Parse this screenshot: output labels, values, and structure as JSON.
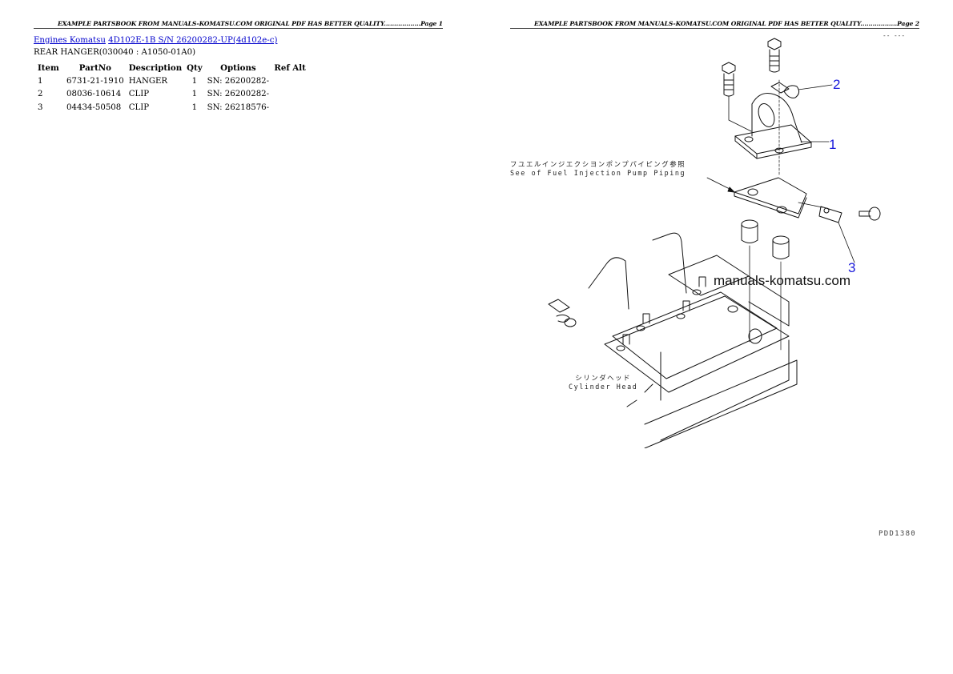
{
  "page1": {
    "header": "EXAMPLE PARTSBOOK FROM MANUALS-KOMATSU.COM ORIGINAL PDF HAS BETTER QUALITY..................Page 1",
    "breadcrumb": {
      "link1": "Engines Komatsu",
      "link2": "4D102E-1B S/N 26200282-UP(4d102e-c)"
    },
    "subtitle": "REAR HANGER(030040 : A1050-01A0)",
    "table": {
      "columns": [
        "Item",
        "PartNo",
        "Description",
        "Qty",
        "Options",
        "Ref Alt"
      ],
      "rows": [
        {
          "item": "1",
          "partno": "6731-21-1910",
          "description": "HANGER",
          "qty": "1",
          "options": "SN: 26200282-",
          "ref_alt": ""
        },
        {
          "item": "2",
          "partno": "08036-10614",
          "description": "CLIP",
          "qty": "1",
          "options": "SN: 26200282-",
          "ref_alt": ""
        },
        {
          "item": "3",
          "partno": "04434-50508",
          "description": "CLIP",
          "qty": "1",
          "options": "SN: 26218576-",
          "ref_alt": ""
        }
      ]
    }
  },
  "page2": {
    "header": "EXAMPLE PARTSBOOK FROM MANUALS-KOMATSU.COM ORIGINAL PDF HAS BETTER QUALITY..................Page 2",
    "top_marks": "-- ---",
    "diagram": {
      "callouts": [
        "1",
        "2",
        "3"
      ],
      "fuel_label_jp": "フユエルインジエクシヨンポンプパイピング参照",
      "fuel_label_en": "See of Fuel Injection Pump Piping",
      "cyl_label_jp": "シリンダヘッド",
      "cyl_label_en": "Cylinder Head",
      "watermark": "manuals-komatsu.com",
      "figure_number": "PDD1380"
    }
  }
}
